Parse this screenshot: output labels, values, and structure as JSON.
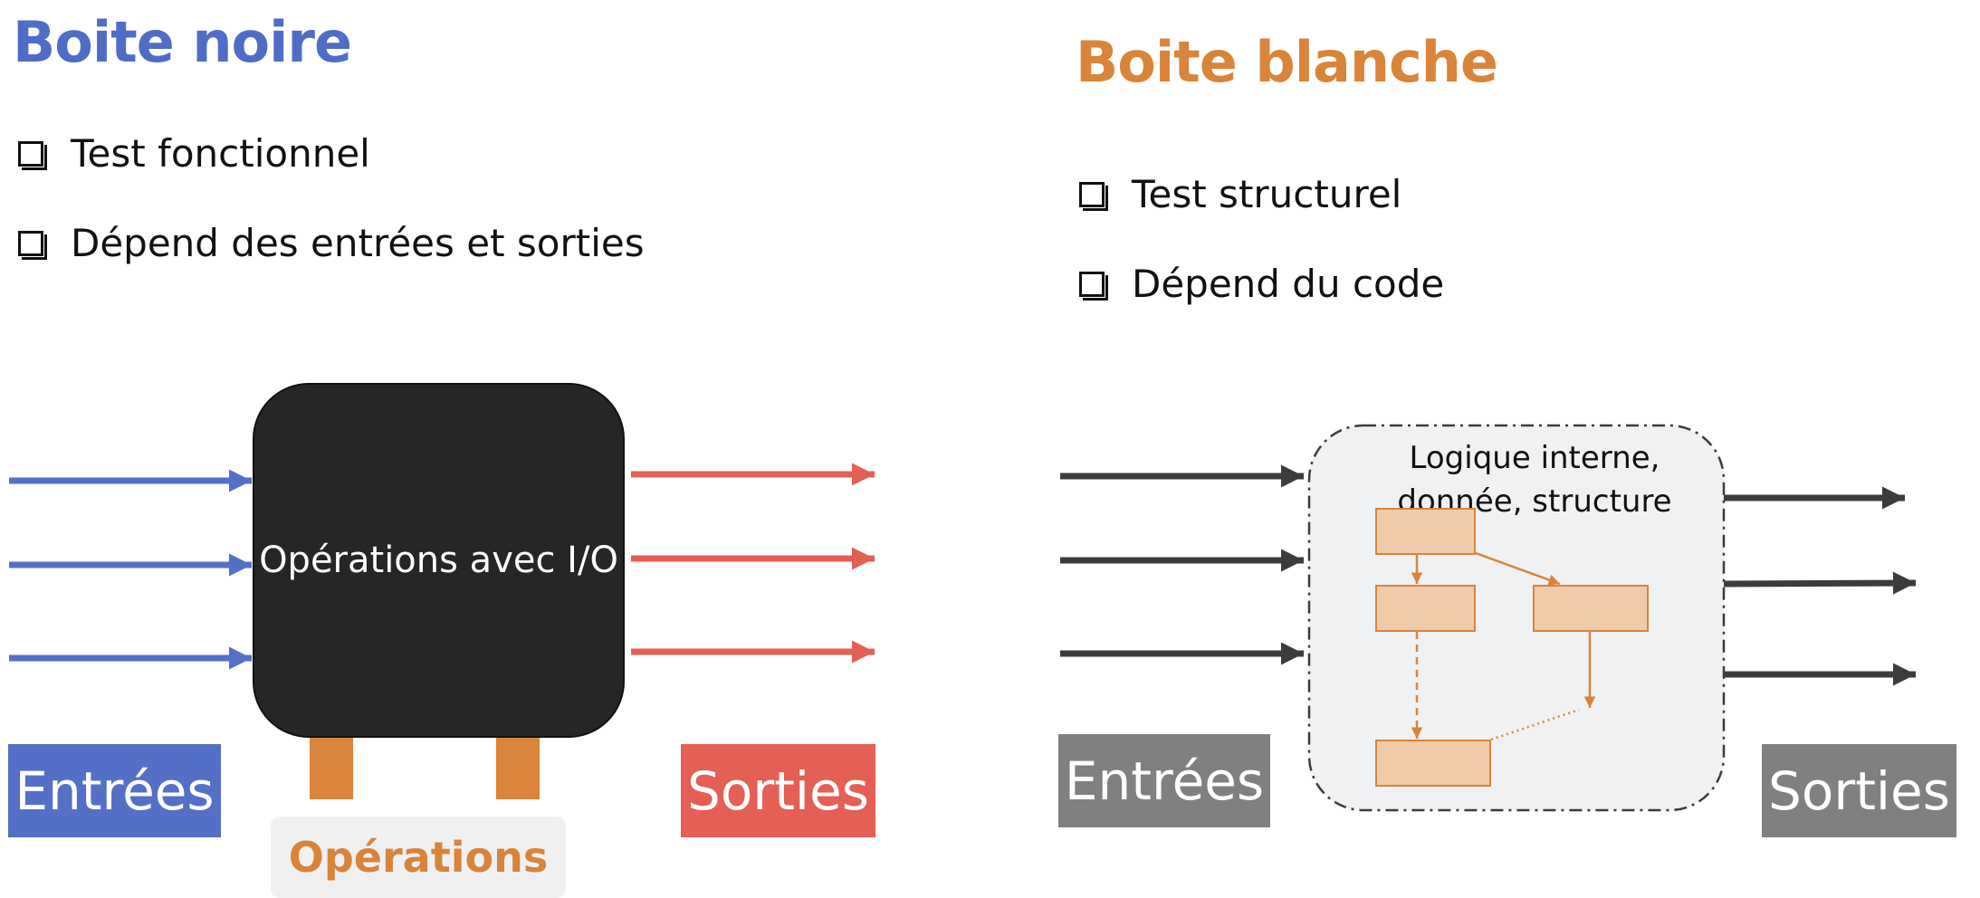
{
  "black_box": {
    "title": "Boite noire",
    "title_color": "#4F6CC6",
    "bullets": [
      "Test fonctionnel",
      "Dépend des entrées et sorties"
    ],
    "box_label": "Opérations avec I/O",
    "inputs_label": "Entrées",
    "outputs_label": "Sorties",
    "operations_label": "Opérations",
    "input_color": "#5470C6",
    "output_color": "#E45F54",
    "operations_color": "#D9843A"
  },
  "white_box": {
    "title": "Boite blanche",
    "title_color": "#D9843A",
    "bullets": [
      "Test structurel",
      "Dépend du code"
    ],
    "box_label": "Logique interne, donnée, structure",
    "inputs_label": "Entrées",
    "outputs_label": "Sorties",
    "arrow_color": "#3C3C3C",
    "label_bg": "#808080"
  }
}
